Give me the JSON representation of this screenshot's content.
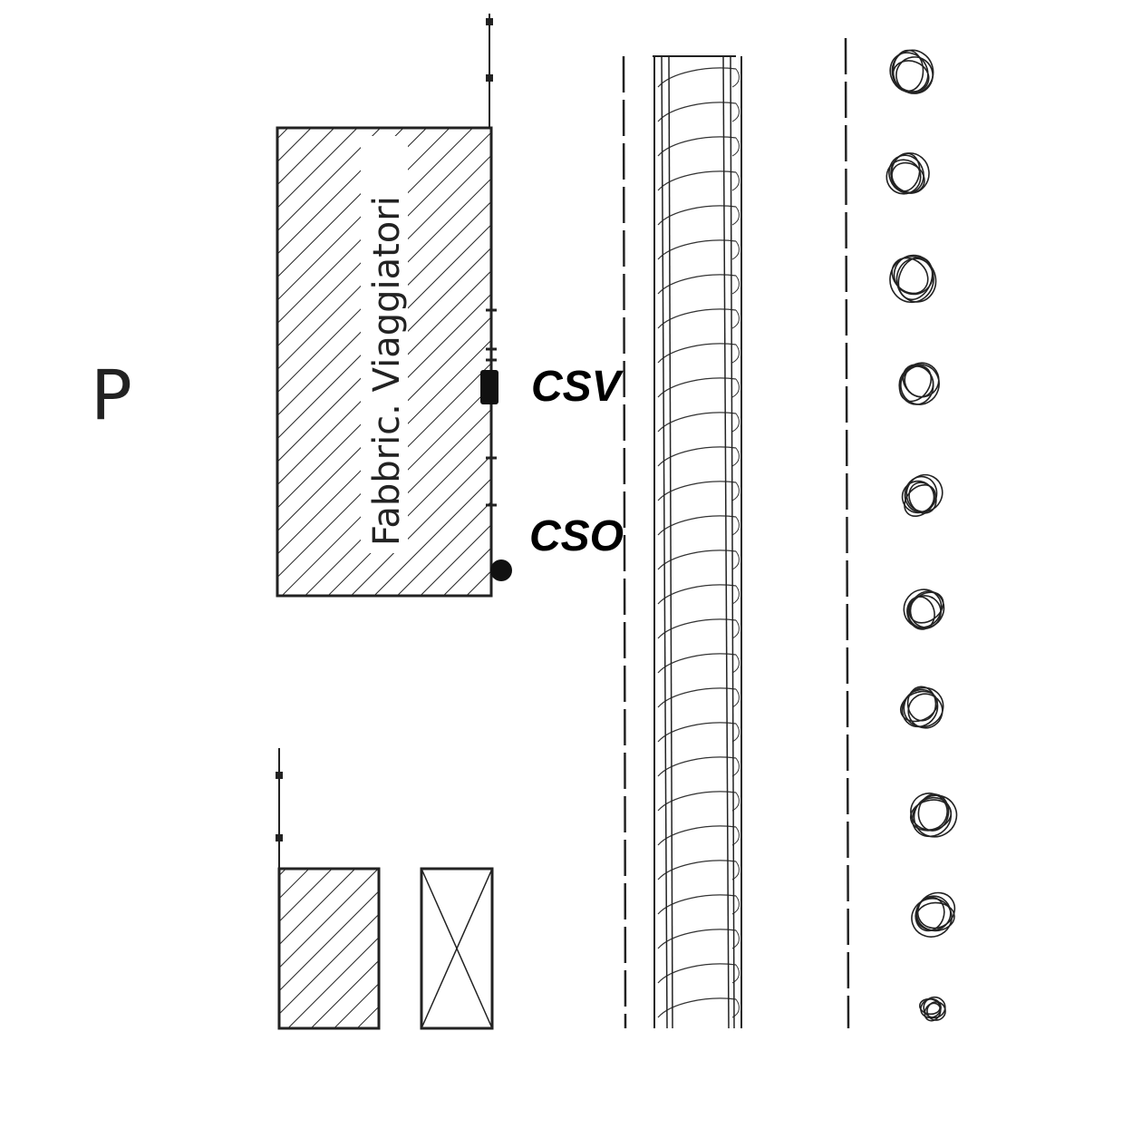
{
  "labels": {
    "p": "P",
    "building_name": "Fabbric. Viaggiatori",
    "csv": "CSV",
    "cso": "CSO"
  },
  "colors": {
    "ink": "#222222",
    "paper": "#ffffff"
  }
}
